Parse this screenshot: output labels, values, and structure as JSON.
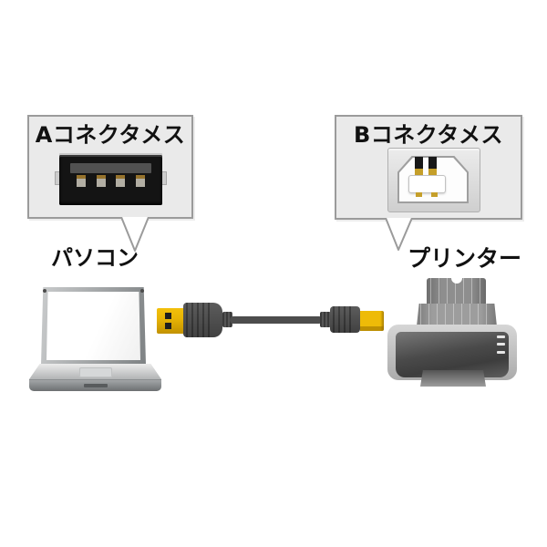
{
  "callout_a": {
    "title": "Aコネクタメス",
    "port_icon": "usb-a-female-port"
  },
  "callout_b": {
    "title": "Bコネクタメス",
    "port_icon": "usb-b-female-port"
  },
  "labels": {
    "computer": "パソコン",
    "printer": "プリンター"
  },
  "icons": {
    "usb_a_female_port": "css-shape-photo-of-black-usb-a-socket",
    "usb_b_female_port": "css-shape-photo-of-silver-usb-b-socket",
    "computer": "css-laptop-illustration",
    "printer": "css-printer-illustration",
    "usb_cable": "css-usb-a-to-b-cable-illustration"
  },
  "colors": {
    "background": "#ffffff",
    "bubble_fill": "#eaeaea",
    "bubble_border": "#9b9b9b",
    "text": "#111111",
    "connector_gold": "#e8b405",
    "cable_gray": "#4d4d4d"
  }
}
